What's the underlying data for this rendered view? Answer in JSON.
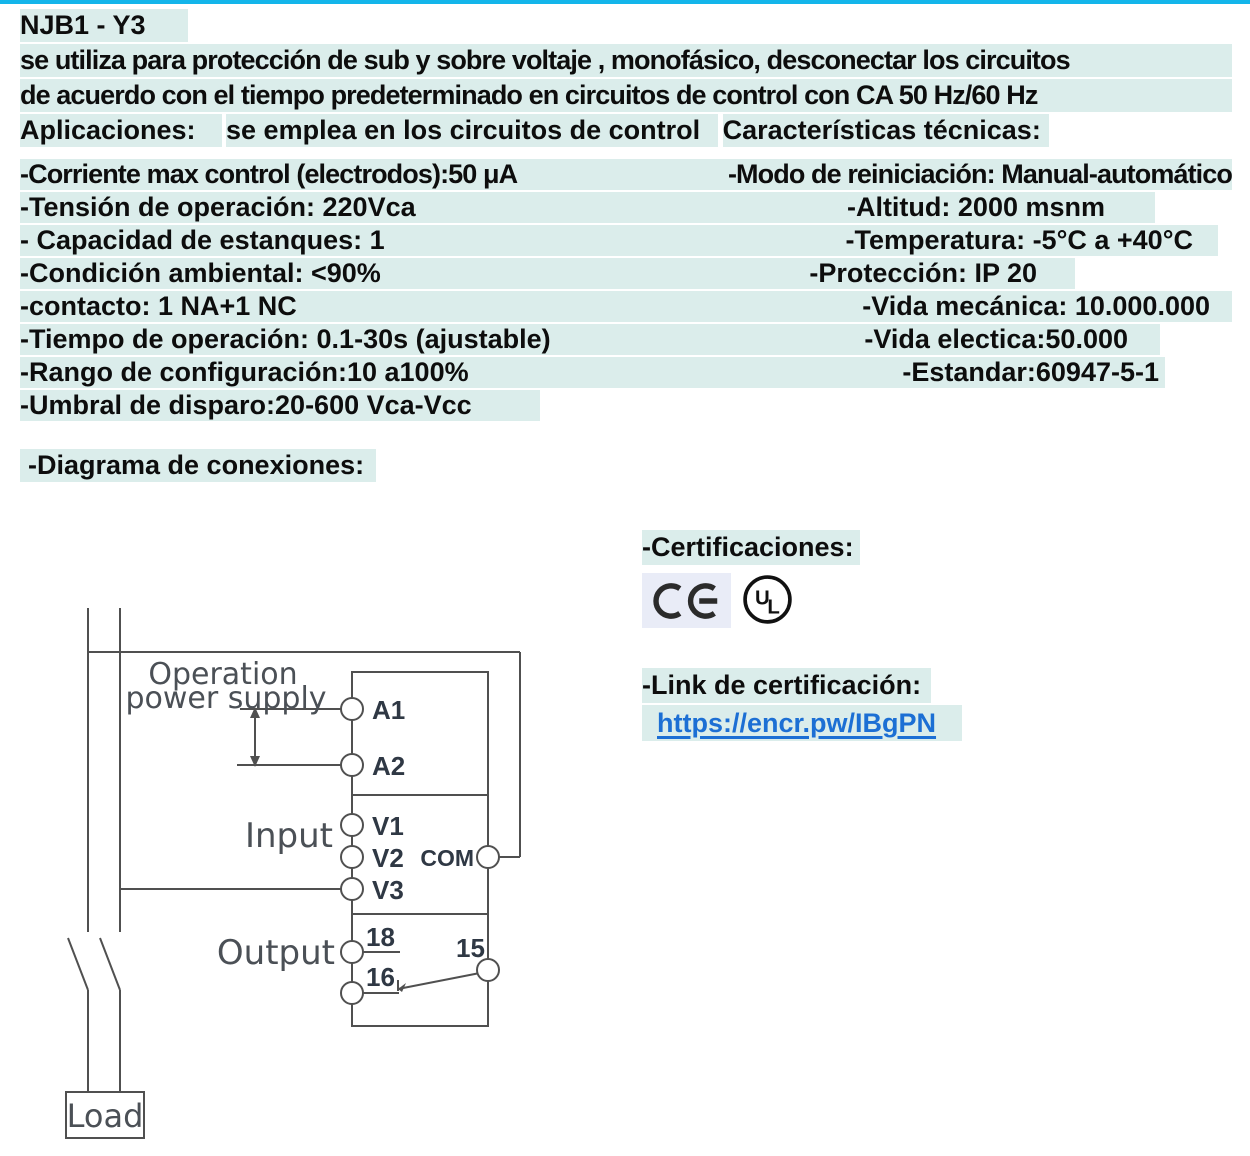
{
  "colors": {
    "top_bar": "#13b5ea",
    "highlight": "#dbedeb",
    "link_blue": "#1c6fd4",
    "ce_bg": "#e9ecf7"
  },
  "page": {
    "title": "NJB1 - Y3",
    "intro_line1": "se utiliza para protección de sub y sobre voltaje , monofásico, desconectar los circuitos",
    "intro_line2": "de acuerdo con el tiempo predeterminado en circuitos de control con CA 50 Hz/60 Hz",
    "applications_label": "Aplicaciones:",
    "applications_text": "se emplea en los circuitos de control",
    "tech_label": "Características técnicas:"
  },
  "specs": {
    "rows": [
      {
        "left": "-Corriente max control (electrodos):50 μA",
        "right": "-Modo de reiniciación: Manual-automático"
      },
      {
        "left": "-Tensión de operación: 220Vca",
        "right": "-Altitud: 2000 msnm"
      },
      {
        "left": "- Capacidad de estanques: 1",
        "right": "-Temperatura: -5°C a +40°C"
      },
      {
        "left": "-Condición ambiental: <90%",
        "right": "-Protección: IP 20"
      },
      {
        "left": "-contacto: 1 NA+1 NC",
        "right": "-Vida mecánica: 10.000.000"
      },
      {
        "left": "-Tiempo de operación: 0.1-30s (ajustable)",
        "right": "-Vida electica:50.000"
      },
      {
        "left": "-Rango de configuración:10 a100%",
        "right": "-Estandar:60947-5-1"
      },
      {
        "left": "-Umbral de disparo:20-600 Vca-Vcc",
        "right": ""
      }
    ]
  },
  "diagram": {
    "heading": "-Diagrama de conexiones:",
    "labels": {
      "operation1": "Operation",
      "operation2": "power supply",
      "input": "Input",
      "output": "Output",
      "load": "Load",
      "a1": "A1",
      "a2": "A2",
      "v1": "V1",
      "v2": "V2",
      "v3": "V3",
      "com": "COM",
      "t18": "18",
      "t16": "16",
      "t15": "15"
    }
  },
  "certifications": {
    "heading": "-Certificaciones:",
    "ce_icon": "ce-mark",
    "ul_icon": "ul-mark",
    "ul_u": "U",
    "ul_l": "L",
    "link_label": "-Link de certificación:",
    "link_text": "https://encr.pw/IBgPN"
  }
}
